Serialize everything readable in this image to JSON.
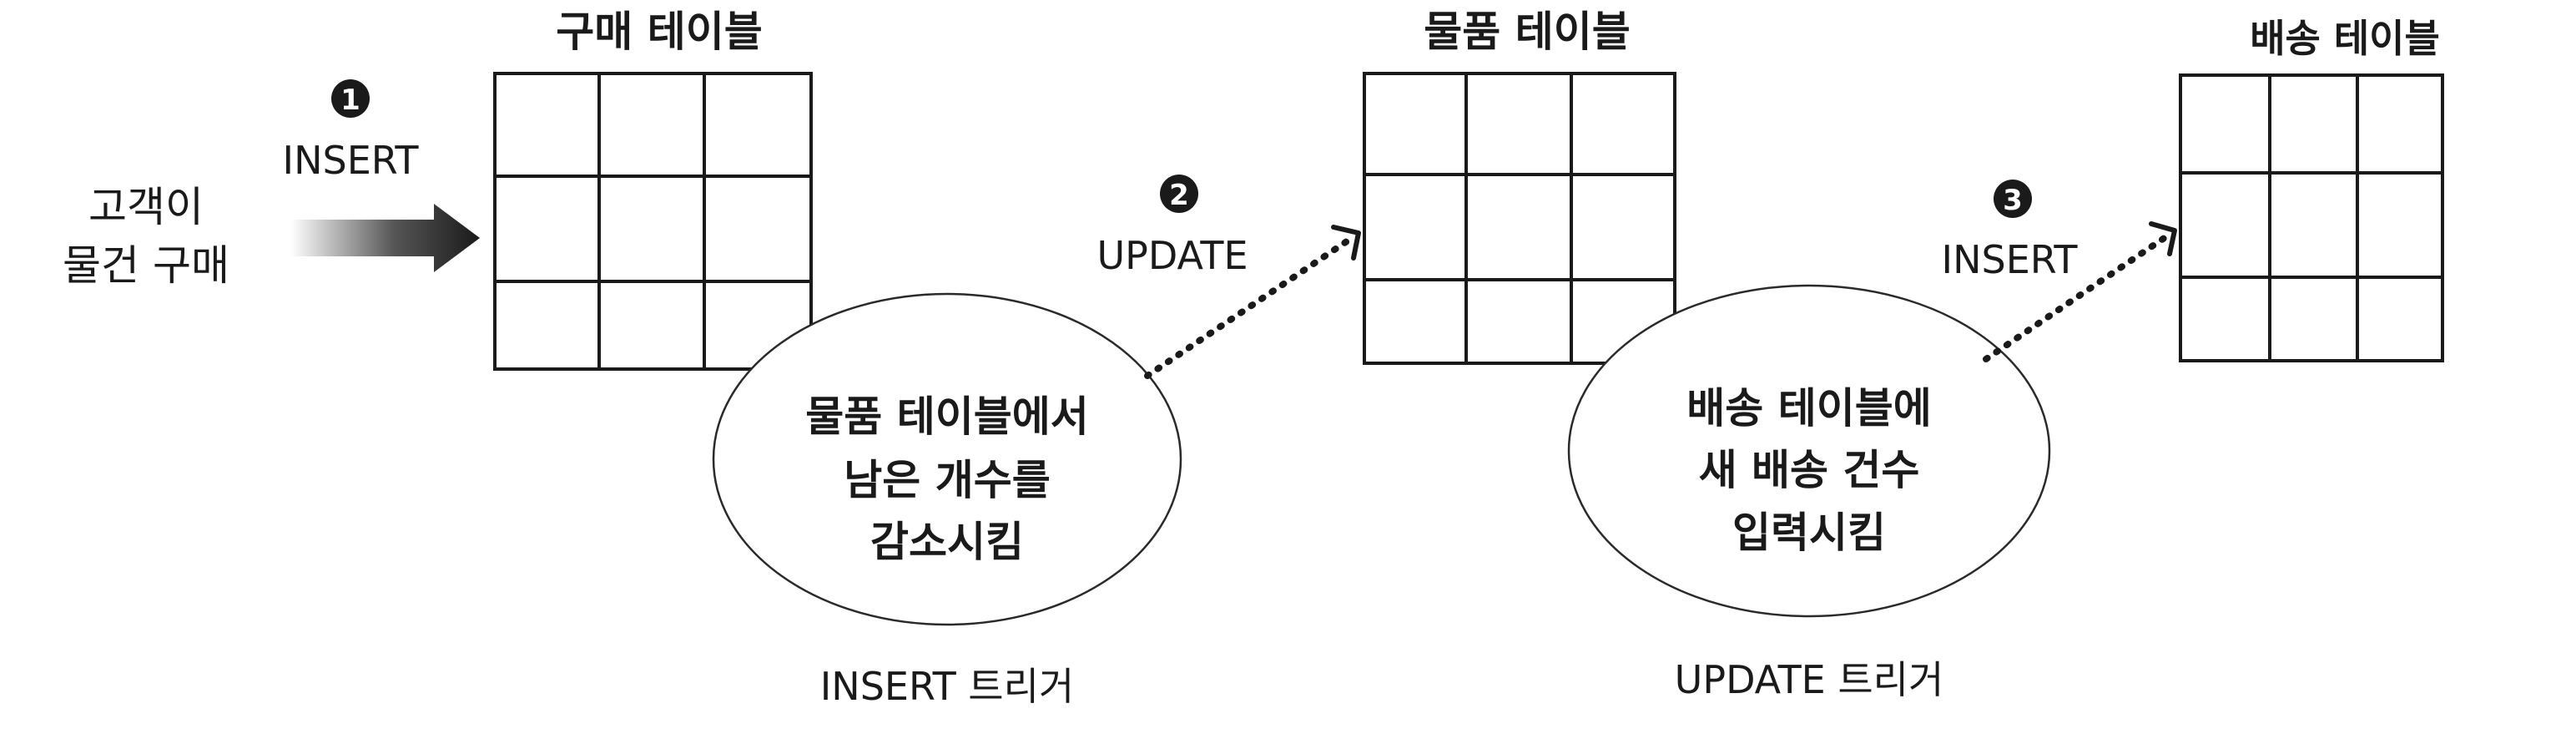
{
  "customer": {
    "line1": "고객이",
    "line2": "물건 구매"
  },
  "steps": [
    {
      "number": "1",
      "action": "INSERT"
    },
    {
      "number": "2",
      "action": "UPDATE"
    },
    {
      "number": "3",
      "action": "INSERT"
    }
  ],
  "tables": [
    {
      "title": "구매 테이블"
    },
    {
      "title": "물품 테이블"
    },
    {
      "title": "배송 테이블"
    }
  ],
  "triggers": [
    {
      "bubble_lines": [
        "물품 테이블에서",
        "남은 개수를",
        "감소시킴"
      ],
      "caption": "INSERT 트리거"
    },
    {
      "bubble_lines": [
        "배송 테이블에",
        "새 배송 건수",
        "입력시킴"
      ],
      "caption": "UPDATE 트리거"
    }
  ]
}
